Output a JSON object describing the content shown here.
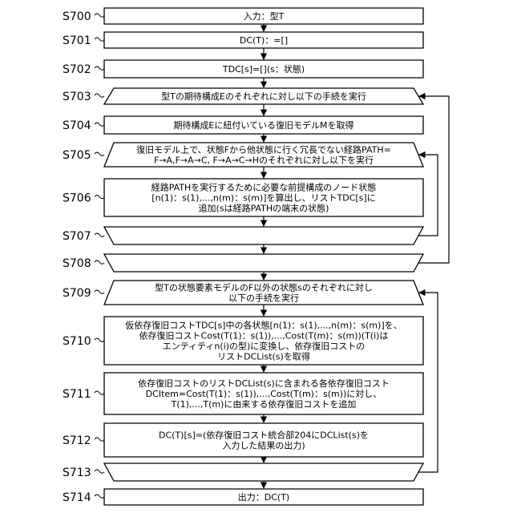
{
  "flowchart": {
    "steps": [
      {
        "id": "S700",
        "shape": "rect",
        "lines": [
          "入力：型T"
        ]
      },
      {
        "id": "S701",
        "shape": "rect",
        "lines": [
          "DC(T)：=[]"
        ]
      },
      {
        "id": "S702",
        "shape": "rect",
        "lines": [
          "TDC[s]=[](s：状態)"
        ]
      },
      {
        "id": "S703",
        "shape": "loop-start",
        "lines": [
          "型Tの期待構成Eのそれぞれに対し以下の手続を実行"
        ]
      },
      {
        "id": "S704",
        "shape": "rect",
        "lines": [
          "期待構成Eに紐付いている復旧モデルMを取得"
        ]
      },
      {
        "id": "S705",
        "shape": "loop-start",
        "lines": [
          "復旧モデル上で、状態Fから他状態に行く冗長でない経路PATH=",
          "F→A,F→A→C, F→A→C→Hのそれぞれに対し以下を実行"
        ]
      },
      {
        "id": "S706",
        "shape": "rect",
        "lines": [
          "経路PATHを実行するために必要な前提構成のノード状態",
          "[n(1)：s(1),...,n(m)：s(m)]を算出し、リストTDC[s]に",
          "追加(sは経路PATHの端末の状態)"
        ]
      },
      {
        "id": "S707",
        "shape": "loop-end",
        "lines": []
      },
      {
        "id": "S708",
        "shape": "loop-end",
        "lines": []
      },
      {
        "id": "S709",
        "shape": "loop-start",
        "lines": [
          "型Tの状態要素モデルのF以外の状態sのそれぞれに対し",
          "以下の手続を実行"
        ]
      },
      {
        "id": "S710",
        "shape": "rect",
        "lines": [
          "仮依存復旧コストTDC[s]中の各状態[n(1)：s(1),...,n(m)：s(m)]を、",
          "依存復旧コストCost(T(1)：s(1)),...,Cost(T(m)：s(m))(T(i)は",
          "エンティティn(i)の型)に変換し、依存復旧コストの",
          "リストDCList(s)を取得"
        ]
      },
      {
        "id": "S711",
        "shape": "rect",
        "lines": [
          "依存復旧コストのリストDCList(s)に含まれる各依存復旧コスト",
          "DCItem=Cost(T(1)：s(1)),...,Cost(T(m)：s(m))に対し、",
          "T(1),...,T(m)に由来する依存復旧コストを追加"
        ]
      },
      {
        "id": "S712",
        "shape": "rect",
        "lines": [
          "DC(T)[s]=(依存復旧コスト統合部204にDCList(s)を",
          "入力した結果の出力)"
        ]
      },
      {
        "id": "S713",
        "shape": "loop-end",
        "lines": []
      },
      {
        "id": "S714",
        "shape": "rect",
        "lines": [
          "出力：DC(T)"
        ]
      }
    ],
    "loops": [
      {
        "from": "S707",
        "to": "S705"
      },
      {
        "from": "S708",
        "to": "S703"
      },
      {
        "from": "S713",
        "to": "S709"
      }
    ]
  }
}
